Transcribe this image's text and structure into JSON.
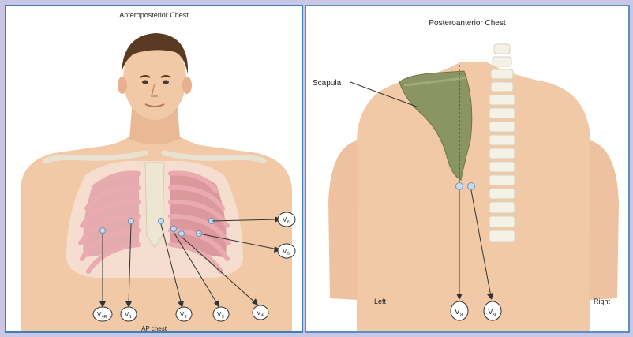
{
  "ap_panel": {
    "title": "Anteroposterior Chest",
    "footer": "AP chest",
    "leads_bottom": [
      {
        "sub": "4R"
      },
      {
        "sub": "1"
      },
      {
        "sub": "2"
      },
      {
        "sub": "3"
      },
      {
        "sub": "4"
      }
    ],
    "leads_right": [
      {
        "sub": "6"
      },
      {
        "sub": "5"
      }
    ]
  },
  "pa_panel": {
    "title": "Posteroanterior Chest",
    "scapula_label": "Scapula",
    "left_label": "Left",
    "right_label": "Right",
    "leads": [
      {
        "sub": "8"
      },
      {
        "sub": "9"
      }
    ]
  },
  "lead_prefix": "V",
  "colors": {
    "background": "#c9c6e6",
    "panel_border": "#3e7fb4",
    "skin": "#f1c9a6",
    "hair": "#5a3a22",
    "rib": "#e9aab0",
    "lung": "#c96a7c",
    "scapula": "#8a9563",
    "spine": "#f4f1e6",
    "electrode": "#c8d9ea"
  }
}
